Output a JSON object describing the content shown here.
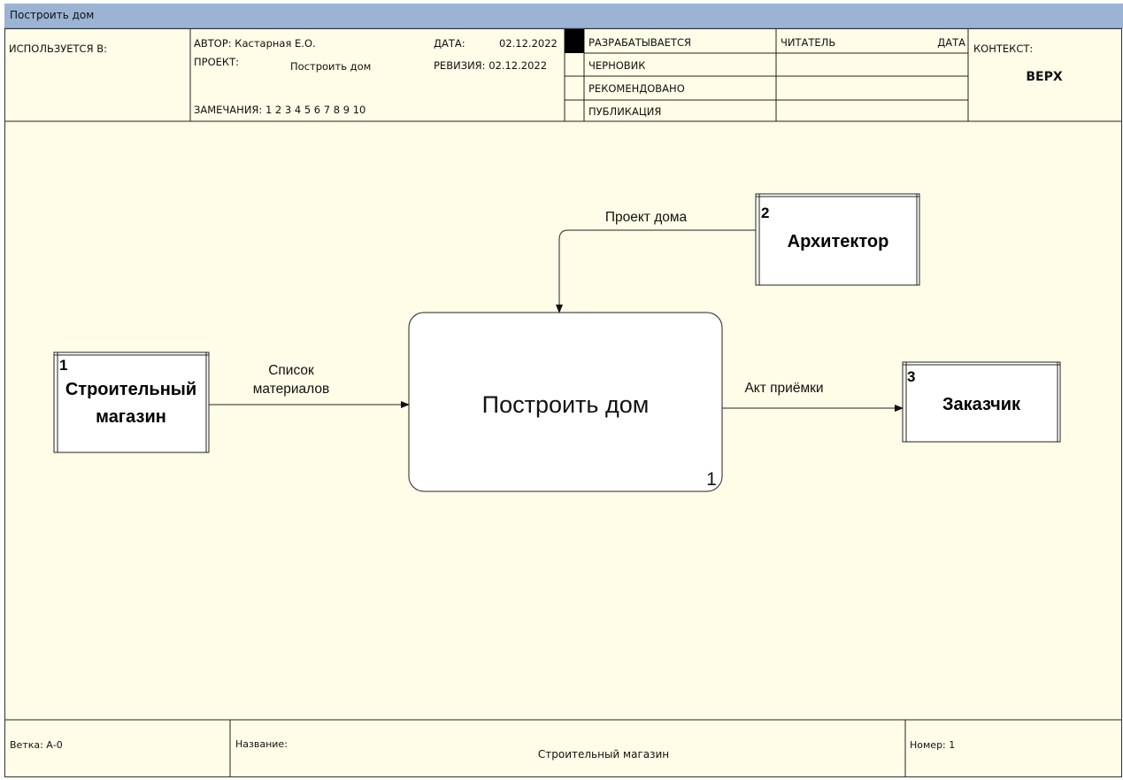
{
  "window": {
    "title": "Построить дом"
  },
  "header": {
    "used_in": "ИСПОЛЬЗУЕТСЯ В:",
    "author": "АВТОР: Кастарная Е.О.",
    "project_label": "ПРОЕКТ:",
    "project_value": "Построить дом",
    "notes": "ЗАМЕЧАНИЯ:  1  2  3  4  5  6  7  8  9  10",
    "date_label": "ДАТА:",
    "date_value": "02.12.2022",
    "revision": "РЕВИЗИЯ: 02.12.2022",
    "statuses": [
      "РАЗРАБАТЫВАЕТСЯ",
      "ЧЕРНОВИК",
      "РЕКОМЕНДОВАНО",
      "ПУБЛИКАЦИЯ"
    ],
    "reader": "ЧИТАТЕЛЬ",
    "reader_date": "ДАТА",
    "context_label": "КОНТЕКСТ:",
    "context_value": "ВЕРХ"
  },
  "diagram": {
    "process": {
      "name": "Построить дом",
      "number": "1"
    },
    "entities": [
      {
        "number": "1",
        "line1": "Строительный",
        "line2": "магазин"
      },
      {
        "number": "2",
        "line1": "Архитектор"
      },
      {
        "number": "3",
        "line1": "Заказчик"
      }
    ],
    "flows": [
      {
        "line1": "Список",
        "line2": "материалов"
      },
      {
        "line1": "Проект дома"
      },
      {
        "line1": "Акт приёмки"
      }
    ]
  },
  "footer": {
    "branch": "Ветка:  А-0",
    "name_label": "Название:",
    "name_value": "Строительный магазин",
    "number": "Номер:  1"
  },
  "colors": {
    "titlebar": "#9bb4d4",
    "sheet": "#fffde7",
    "status_marker": "#000000"
  }
}
